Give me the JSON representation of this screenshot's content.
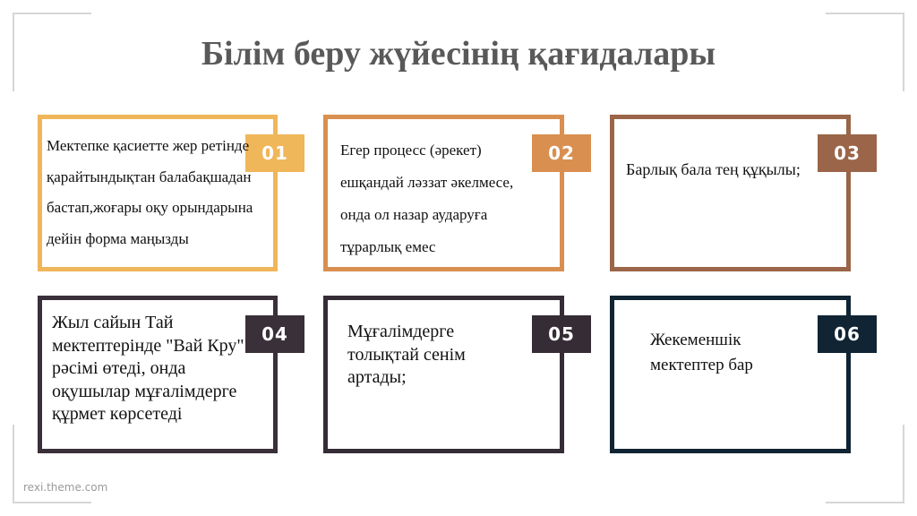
{
  "slide": {
    "title": "Білім беру жүйесінің қағидалары",
    "footer": "rexi.theme.com"
  },
  "cards": [
    {
      "number": "01",
      "color": "#f0b65a",
      "text": "Мектепке қасиетте жер ретінде қарайтындықтан балабақшадан бастап,жоғары оқу орындарына дейін форма маңызды"
    },
    {
      "number": "02",
      "color": "#d98f4f",
      "text": "Егер процесс (әрекет) ешқандай ләззат әкелмесе, онда ол назар аударуға тұрарлық емес"
    },
    {
      "number": "03",
      "color": "#9a6548",
      "text": "Барлық бала тең құқылы;"
    },
    {
      "number": "04",
      "color": "#3a3039",
      "text": "Жыл сайын Тай мектептерінде \"Вай Кру\" рәсімі өтеді, онда оқушылар мұғалімдерге құрмет көрсетеді"
    },
    {
      "number": "05",
      "color": "#352c35",
      "text": "Мұғалімдерге толықтай сенім артады;"
    },
    {
      "number": "06",
      "color": "#102433",
      "text": "Жекеменшік мектептер бар"
    }
  ]
}
